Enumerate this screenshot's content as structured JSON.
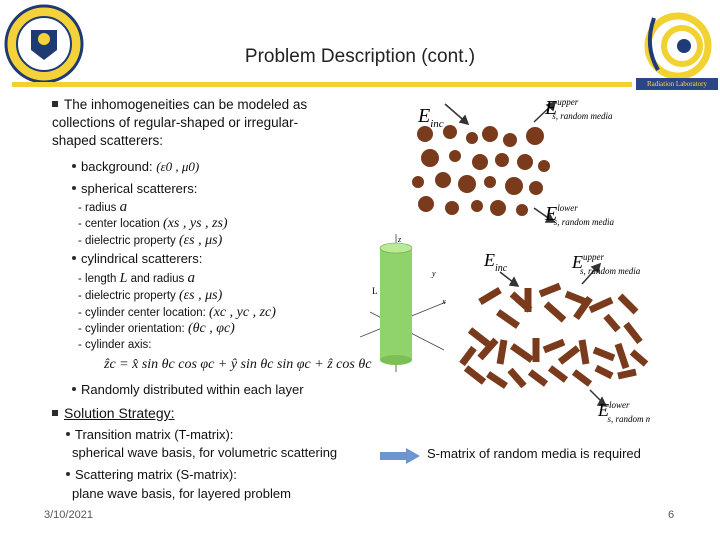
{
  "header": {
    "title": "Problem Description (cont.)",
    "logo_right_text": "Radiation Laboratory"
  },
  "bullets": {
    "inhomogeneities": "The inhomogeneities can be modeled as collections of regular-shaped or irregular-shaped scatterers:",
    "background_label": "background:",
    "background_params": "(ε0 , μ0)",
    "spherical_label": "spherical scatterers:",
    "sph_radius": "- radius",
    "sph_radius_sym": "a",
    "sph_center": "- center location",
    "sph_center_sym": "(xs , ys , zs)",
    "sph_dielectric": "- dielectric property",
    "sph_dielectric_sym": "(εs , μs)",
    "cylindrical_label": "cylindrical scatterers:",
    "cyl_length": "- length",
    "cyl_length_sym": "L",
    "cyl_and_radius": "and radius",
    "cyl_radius_sym": "a",
    "cyl_dielectric": "- dielectric property",
    "cyl_dielectric_sym": "(εs , μs)",
    "cyl_center": "- cylinder center location:",
    "cyl_center_sym": "(xc , yc , zc)",
    "cyl_orientation": "- cylinder orientation:",
    "cyl_orientation_sym": "(θc , φc)",
    "cyl_axis": "- cylinder axis:",
    "cyl_axis_eq": "ẑc = x̂ sin θc cos φc + ŷ sin θc sin φc + ẑ cos θc",
    "randomly": "Randomly distributed within each layer",
    "solution_label": "Solution Strategy:",
    "tmatrix": "Transition matrix (T-matrix):",
    "tmatrix_desc": "spherical wave basis, for volumetric scattering",
    "smatrix": "Scattering matrix (S-matrix):",
    "smatrix_desc": "plane wave basis, for layered problem",
    "conclusion": "S-matrix of random media is required"
  },
  "figure_labels": {
    "einc_top": "E",
    "einc_top_sub": "inc",
    "eupper_top": "E",
    "eupper_top_sup": "upper",
    "eupper_top_sub": "s, random media",
    "elower_top": "E",
    "elower_top_sup": "lower",
    "elower_top_sub": "s, random media",
    "einc_bot": "E",
    "einc_bot_sub": "inc",
    "eupper_bot": "E",
    "eupper_bot_sup": "upper",
    "eupper_bot_sub": "s, random media",
    "elower_bot": "E",
    "elower_bot_sup": "lower",
    "elower_bot_sub": "s, random media",
    "cyl_L": "L",
    "cyl_x": "x",
    "cyl_y": "y",
    "cyl_z": "z"
  },
  "footer": {
    "date": "3/10/2021",
    "page": "6"
  },
  "colors": {
    "accent_yellow": "#f2d230",
    "particle_brown": "#7a3a1c",
    "arrow_blue": "#6d95d0",
    "cylinder_green": "#8fd36a"
  }
}
